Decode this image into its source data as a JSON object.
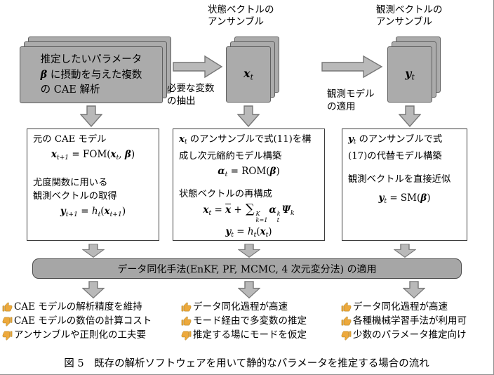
{
  "headers": {
    "state_ensemble": "状態ベクトルの\nアンサンブル",
    "obs_ensemble": "観測ベクトルの\nアンサンブル"
  },
  "stacks": {
    "cae_card": [
      [
        "n",
        "推定したいパラメータ\n"
      ],
      [
        "bi",
        "β"
      ],
      [
        "n",
        " に摂動を与えた複数\nの CAE 解析"
      ]
    ],
    "state_label": [
      [
        "bi",
        "x"
      ],
      [
        "sub",
        "t"
      ]
    ],
    "obs_label": [
      [
        "bi",
        "y"
      ],
      [
        "sub",
        "t"
      ]
    ]
  },
  "arrow_labels": {
    "extract": "必要な変数\nの抽出",
    "apply_obs_model": "観測モデル\nの適用"
  },
  "boxes": {
    "fom": {
      "title": "元の CAE モデル",
      "model_formula": [
        [
          "bi",
          "x"
        ],
        [
          "sub",
          "t+1"
        ],
        [
          "n",
          " = FOM("
        ],
        [
          "bi",
          "x"
        ],
        [
          "sub",
          "t"
        ],
        [
          "n",
          ", "
        ],
        [
          "bi",
          "β"
        ],
        [
          "n",
          ")"
        ]
      ],
      "note": "尤度関数に用いる\n観測ベクトルの取得",
      "obs_formula": [
        [
          "bi",
          "y"
        ],
        [
          "sub",
          "t+1"
        ],
        [
          "n",
          " = "
        ],
        [
          "i",
          "h"
        ],
        [
          "sub",
          "t"
        ],
        [
          "n",
          "("
        ],
        [
          "bi",
          "x"
        ],
        [
          "sub",
          "t+1"
        ],
        [
          "n",
          ")"
        ]
      ]
    },
    "rom": {
      "intro": [
        [
          "bi",
          "x"
        ],
        [
          "sub",
          "t"
        ],
        [
          "n",
          " のアンサンブルで式(11)を構成し次元縮約モデル構築"
        ]
      ],
      "rom_formula": [
        [
          "bi",
          "α"
        ],
        [
          "sub",
          "t"
        ],
        [
          "n",
          " = ROM("
        ],
        [
          "bi",
          "β"
        ],
        [
          "n",
          ")"
        ]
      ],
      "note": "状態ベクトルの再構成",
      "reconstruct_formula": [
        [
          "bi",
          "x"
        ],
        [
          "sub",
          "t"
        ],
        [
          "n",
          " = "
        ],
        [
          "bar",
          "x"
        ],
        [
          "n",
          " + "
        ],
        [
          "big",
          "∑"
        ],
        [
          "supsub",
          "K",
          "k=1"
        ],
        [
          "bi",
          "α"
        ],
        [
          "supsub",
          "k",
          "t"
        ],
        [
          "bi",
          "Ψ"
        ],
        [
          "sub",
          "k"
        ]
      ],
      "obs_formula": [
        [
          "bi",
          "y"
        ],
        [
          "sub",
          "t"
        ],
        [
          "n",
          " = "
        ],
        [
          "i",
          "h"
        ],
        [
          "sub",
          "t"
        ],
        [
          "n",
          "("
        ],
        [
          "bi",
          "x"
        ],
        [
          "sub",
          "t"
        ],
        [
          "n",
          ")"
        ]
      ]
    },
    "sm": {
      "intro": [
        [
          "bi",
          "y"
        ],
        [
          "sub",
          "t"
        ],
        [
          "n",
          " のアンサンブルで式(17)の代替モデル構築"
        ]
      ],
      "note": "観測ベクトルを直接近似",
      "sm_formula": [
        [
          "bi",
          "y"
        ],
        [
          "sub",
          "t"
        ],
        [
          "n",
          " = SM("
        ],
        [
          "bi",
          "β"
        ],
        [
          "n",
          ")"
        ]
      ]
    }
  },
  "assimilation_bar": "データ同化手法(EnKF, PF, MCMC, 4 次元変分法) の適用",
  "pros_cons": {
    "fom": [
      {
        "icon": "thumbs-up",
        "text": "CAE モデルの解析精度を維持"
      },
      {
        "icon": "thumbs-down",
        "text": "CAE モデルの数倍の計算コスト"
      },
      {
        "icon": "thumbs-down",
        "text": "アンサンブルや正則化の工夫要"
      }
    ],
    "rom": [
      {
        "icon": "thumbs-up",
        "text": "データ同化過程が高速"
      },
      {
        "icon": "thumbs-up",
        "text": "モード経由で多変数の推定"
      },
      {
        "icon": "thumbs-down",
        "text": "推定する場にモードを仮定"
      }
    ],
    "sm": [
      {
        "icon": "thumbs-up",
        "text": "データ同化過程が高速"
      },
      {
        "icon": "thumbs-up",
        "text": "各種機械学習手法が利用可"
      },
      {
        "icon": "thumbs-down",
        "text": "少数のパラメータ推定向け"
      }
    ]
  },
  "caption": "図 5　既存の解析ソフトウェアを用いて静的なパラメータを推定する場合の流れ",
  "colors": {
    "card_fill": "#ababab",
    "card_border": "#5f5f5f",
    "arrow_fill": "#b9b9b9",
    "arrow_border": "#777777",
    "bar_fill": "#a6a6a6",
    "box_border": "#3d3d3d",
    "thumb_fill": "#eda93c"
  }
}
